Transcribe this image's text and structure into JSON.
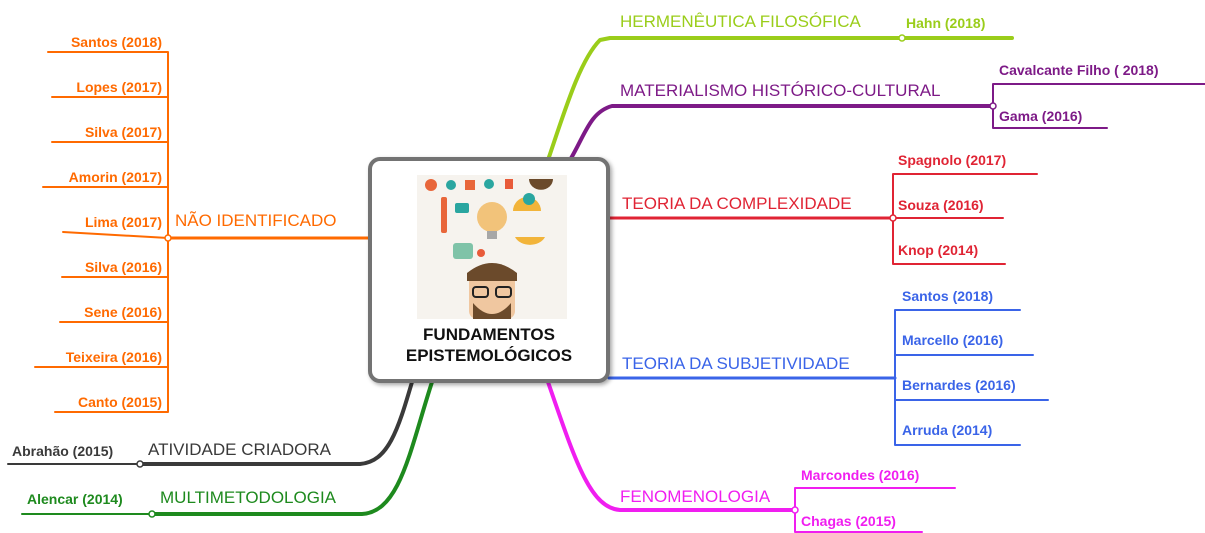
{
  "center": {
    "line1": "FUNDAMENTOS",
    "line2": "EPISTEMOLÓGICOS"
  },
  "colors": {
    "hermeneutica": "#9acd1a",
    "materialismo": "#7d1a87",
    "complexidade": "#e02434",
    "subjetividade": "#3a64e8",
    "fenomenologia": "#f01ef0",
    "nao_identificado": "#ff6a00",
    "atividade": "#3a3a3a",
    "multimetodologia": "#1e8a1e"
  },
  "branches": {
    "hermeneutica": {
      "label": "HERMENÊUTICA FILOSÓFICA",
      "leaves": [
        "Hahn (2018)"
      ]
    },
    "materialismo": {
      "label": "MATERIALISMO HISTÓRICO-CULTURAL",
      "leaves": [
        "Cavalcante Filho ( 2018)",
        "Gama (2016)"
      ]
    },
    "complexidade": {
      "label": "TEORIA DA COMPLEXIDADE",
      "leaves": [
        "Spagnolo (2017)",
        "Souza (2016)",
        "Knop (2014)"
      ]
    },
    "subjetividade": {
      "label": "TEORIA DA SUBJETIVIDADE",
      "leaves": [
        "Santos (2018)",
        "Marcello (2016)",
        "Bernardes (2016)",
        "Arruda (2014)"
      ]
    },
    "fenomenologia": {
      "label": "FENOMENOLOGIA",
      "leaves": [
        "Marcondes (2016)",
        "Chagas (2015)"
      ]
    },
    "nao_identificado": {
      "label": "NÃO IDENTIFICADO",
      "leaves": [
        "Santos (2018)",
        "Lopes (2017)",
        "Silva (2017)",
        "Amorin (2017)",
        "Lima (2017)",
        "Silva (2016)",
        "Sene (2016)",
        "Teixeira (2016)",
        "Canto (2015)"
      ]
    },
    "atividade": {
      "label": "ATIVIDADE CRIADORA",
      "leaves": [
        "Abrahão (2015)"
      ]
    },
    "multimetodologia": {
      "label": "MULTIMETODOLOGIA",
      "leaves": [
        "Alencar (2014)"
      ]
    }
  }
}
